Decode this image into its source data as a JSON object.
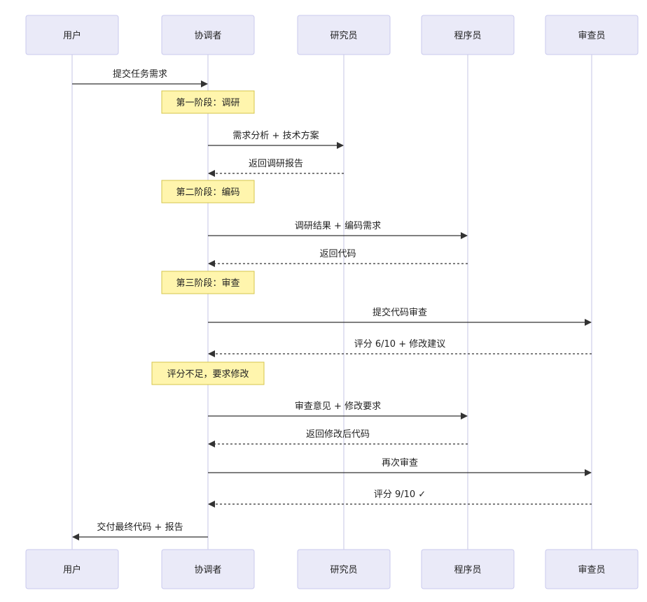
{
  "diagram": {
    "participants": [
      "用户",
      "协调者",
      "研究员",
      "程序员",
      "审查员"
    ],
    "steps": [
      {
        "kind": "message",
        "from": 0,
        "to": 1,
        "text": "提交任务需求",
        "style": "solid"
      },
      {
        "kind": "note",
        "over": 1,
        "text": "第一阶段：调研"
      },
      {
        "kind": "message",
        "from": 1,
        "to": 2,
        "text": "需求分析 + 技术方案",
        "style": "solid"
      },
      {
        "kind": "message",
        "from": 2,
        "to": 1,
        "text": "返回调研报告",
        "style": "dashed"
      },
      {
        "kind": "note",
        "over": 1,
        "text": "第二阶段：编码"
      },
      {
        "kind": "message",
        "from": 1,
        "to": 3,
        "text": "调研结果 + 编码需求",
        "style": "solid"
      },
      {
        "kind": "message",
        "from": 3,
        "to": 1,
        "text": "返回代码",
        "style": "dashed"
      },
      {
        "kind": "note",
        "over": 1,
        "text": "第三阶段：审查"
      },
      {
        "kind": "message",
        "from": 1,
        "to": 4,
        "text": "提交代码审查",
        "style": "solid"
      },
      {
        "kind": "message",
        "from": 4,
        "to": 1,
        "text": "评分 6/10 + 修改建议",
        "style": "dashed"
      },
      {
        "kind": "note",
        "over": 1,
        "text": "评分不足，要求修改"
      },
      {
        "kind": "message",
        "from": 1,
        "to": 3,
        "text": "审查意见 + 修改要求",
        "style": "solid"
      },
      {
        "kind": "message",
        "from": 3,
        "to": 1,
        "text": "返回修改后代码",
        "style": "dashed"
      },
      {
        "kind": "message",
        "from": 1,
        "to": 4,
        "text": "再次审查",
        "style": "solid"
      },
      {
        "kind": "message",
        "from": 4,
        "to": 1,
        "text": "评分 9/10 ✓",
        "style": "dashed"
      },
      {
        "kind": "message",
        "from": 1,
        "to": 0,
        "text": "交付最终代码 + 报告",
        "style": "solid"
      }
    ]
  },
  "colors": {
    "actor_fill": "#eaeaf8",
    "actor_stroke": "#c9c9ee",
    "lifeline": "#cfcfe8",
    "note_fill": "#fff5ad",
    "note_stroke": "#d6c54a",
    "message": "#333333",
    "text": "#222222"
  }
}
